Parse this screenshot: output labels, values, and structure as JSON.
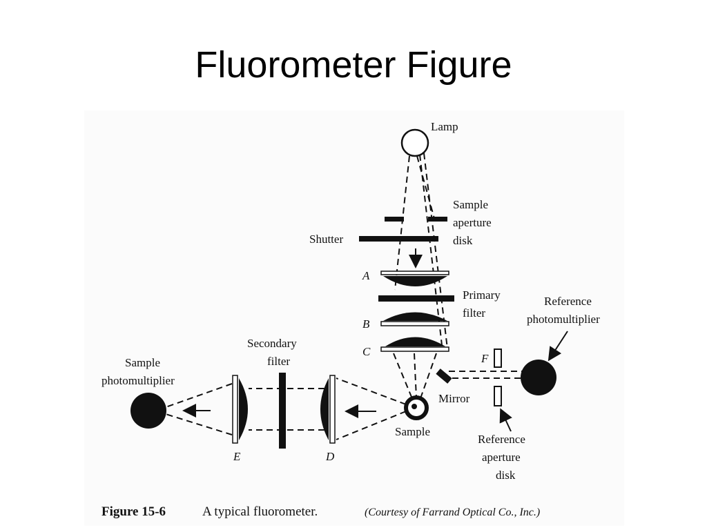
{
  "slide": {
    "title": "Fluorometer Figure"
  },
  "labels": {
    "lamp": "Lamp",
    "sample_aperture_1": "Sample",
    "sample_aperture_2": "aperture",
    "sample_aperture_3": "disk",
    "shutter": "Shutter",
    "lens_a": "A",
    "lens_b": "B",
    "lens_c": "C",
    "primary_filter_1": "Primary",
    "primary_filter_2": "filter",
    "reference_pm_1": "Reference",
    "reference_pm_2": "photomultiplier",
    "secondary_filter_1": "Secondary",
    "secondary_filter_2": "filter",
    "sample_pm_1": "Sample",
    "sample_pm_2": "photomultiplier",
    "f_label": "F",
    "mirror": "Mirror",
    "sample": "Sample",
    "ref_aperture_1": "Reference",
    "ref_aperture_2": "aperture",
    "ref_aperture_3": "disk",
    "lens_e": "E",
    "lens_d": "D"
  },
  "caption": {
    "number": "Figure 15-6",
    "text": "A typical fluorometer.",
    "credit": "(Courtesy of Farrand Optical Co., Inc.)"
  },
  "colors": {
    "ink": "#111111",
    "background": "#ffffff"
  }
}
